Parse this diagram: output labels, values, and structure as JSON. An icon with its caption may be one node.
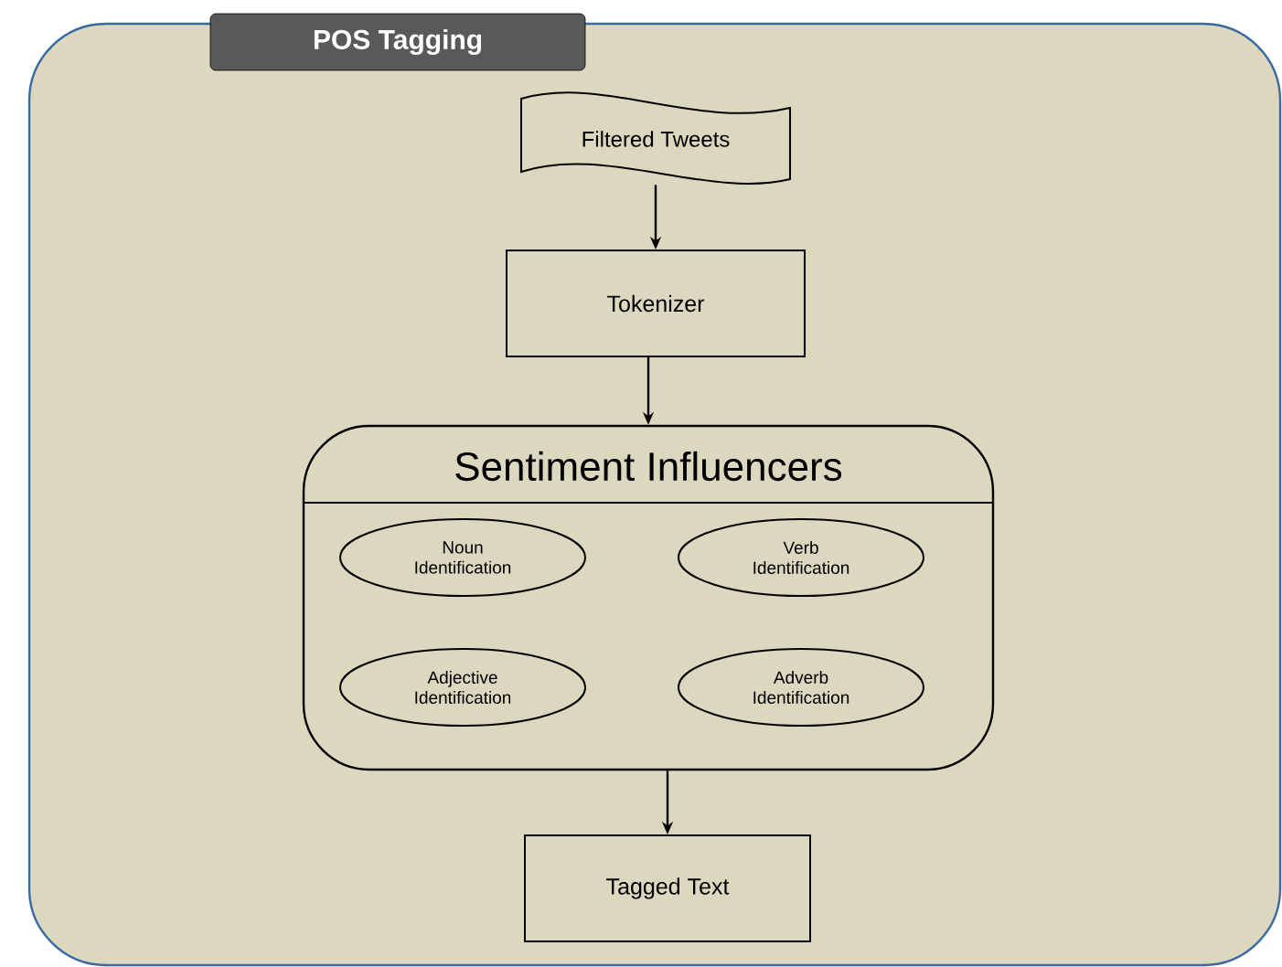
{
  "diagram": {
    "nodes": [
      {
        "text": [
          "POS Tagging"
        ]
      },
      {
        "text": [
          "Filtered Tweets"
        ],
        "in": 0
      },
      {
        "text": [
          "Tokenizer"
        ],
        "in": 0
      },
      {
        "text": [
          "Sentiment Influencers"
        ],
        "in": 0
      },
      {
        "text": [
          "Noun Identification"
        ],
        "in": 3
      },
      {
        "text": [
          "Verb Identification"
        ],
        "in": 3
      },
      {
        "text": [
          "Adjective Identification"
        ],
        "in": 3
      },
      {
        "text": [
          "Adverb Identification"
        ],
        "in": 3
      },
      {
        "text": [
          "Tagged Text"
        ],
        "in": 0
      }
    ],
    "edges": [
      {
        "from": 1,
        "to": 2,
        "arrow": "to"
      },
      {
        "from": 2,
        "to": 3,
        "arrow": "to"
      },
      {
        "from": 3,
        "to": 8,
        "arrow": "to"
      }
    ]
  }
}
